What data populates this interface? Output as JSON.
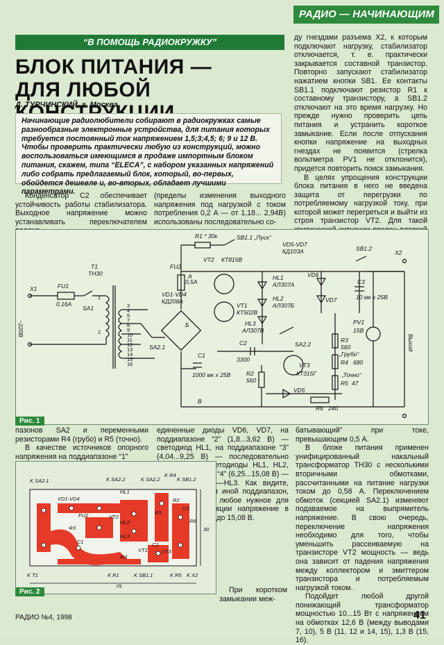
{
  "header": {
    "section": "РАДИО — НАЧИНАЮЩИМ",
    "rubric": "“В ПОМОЩЬ РАДИОКРУЖКУ”",
    "title_line1": "БЛОК ПИТАНИЯ —",
    "title_line2": "ДЛЯ ЛЮБОЙ КОНСТРУКЦИИ",
    "author": "Д. ТУРЧИНСКИЙ, г. Москва"
  },
  "lead": "Начинающие радиолюбители собирают в радиокружках самые разнообразные электронные устройства, для питания которых требуется постоянный ток напряжением 1,5;3;4,5; 6; 9 и 12 В. Чтобы проверить практически любую из конструкций, можно воспользоваться имеющимся в продаже импортным блоком питания, скажем, типа “ELECA”, с набором указанных напряжений либо собрать предлагаемый блок, который, во-первых, обойдется дешевле и, во-вторых, обладает лучшими параметрами.",
  "text": {
    "col1_top": "Конденсатор С2 обеспечивает устойчивость работы стабилизатора. Выходное напряжение можно устанавливать переключателем поддиа-",
    "col2_top": "(пределы изменения выходного напряжения под нагрузкой с током потребления 0,2 А — от 1,18... 2,94В) использованы последовательно со-",
    "col3_p1": "ду гнездами разъема Х2, к которым подключают нагрузку, стабилизатор отключается, т. е. практически закрывается составной транзистор. Повторно запускают стабилизатор нажатием кнопки SB1. Ее контакты SB1.1 подключают резистор R1 к составному транзистору, а SB1.2 отключают на это время нагрузку. Но прежде нужно проверить цепь питания и устранить короткое замыкание. Если после отпускания кнопки напряжение на выходных гнездах не появится (стрелка вольтметра PV1 не отклонится), придется повторить поиск замыкания.",
    "col3_p2": "В целях упрощения конструкции блока питания в него не введена защита от перегрузки по потребляемому нагрузкой току, при которой может перегреться и выйти из строя транзистор VT2. Для такой критической ситуации введен плавкий предохранитель FU2, “сра-",
    "col1_bottom_p1": "пазонов SA2 и переменными резисторами R4 (грубо) и R5 (точно).",
    "col1_bottom_p2": "В качестве источников опорного напряжения на поддиапазоне “1”",
    "col2_bottom_p1": "единенные диоды VD6, VD7, на поддиапазоне “2” (1,8...3,62 В) — светодиод HL1, на поддиапазоне “3” (4,04...9,25 В) — последовательно соединенные светодиоды HL1, HL2, на поддиапазоне “4” (6,25...15,08 В) — светодиоды HL1—HL3. Как видите, выбирая тот или иной поддиапазон, можно получить любое нужное для питания конструкции напряжение в пределах от 1,18 до 15,08 В.",
    "col2_bottom_p2": "При коротком замыкании меж-",
    "col3_bottom_p1": "батывающий” при токе, превышающем 0,5 А.",
    "col3_bottom_p2": "В блоке питания применен унифицированный накальный трансформатор ТН30 с несколькими вторичными обмотками, рассчитанными на питание нагрузки током до 0,58 А. Переключением обмоток (секцией SA2.1) изменяют подаваемое на выпрямитель напряжение. В свою очередь, переключение напряжения необходимо для того, чтобы уменьшить рассеиваемую на транзисторе VT2 мощность — ведь она зависит от падения напряжения между коллектором и эмиттером транзистора и потребляемым нагрузкой током.",
    "col3_bottom_p3": "Подойдет любой другой понижающий трансформатор мощностью 10...15 Вт с напряжением на обмотках 12,6 В (между выводами 7, 10), 5 В (11, 12 и 14, 15), 1,3 В (15, 16)."
  },
  "fig1": {
    "label": "Рис. 1",
    "comp": {
      "t1": "T1",
      "tn30": "TH30",
      "fu1": "FU1",
      "fu1v": "0,16A",
      "x1": "X1",
      "v220": "~220В",
      "sa1": "SA1",
      "fu2": "FU2",
      "fu2v": "0,5A",
      "vd14": "VD1-VD4",
      "kd208": "КД208А",
      "sa21": "SA2.1",
      "r1": "R1 * 30к",
      "sb11": "SB1.1 „Пуск“",
      "vt2": "VT2",
      "kt815": "КТ815В",
      "vt1": "VT1",
      "kt502": "КТ502В",
      "vd57": "VD5-VD7",
      "kd103": "КД103А",
      "hl1": "HL1",
      "al307a": "АЛ307А",
      "hl2": "HL2",
      "al307b": "АЛ307Б",
      "hl3": "HL3",
      "al307v": "АЛ307В",
      "sb12": "SB1.2",
      "x2": "X2",
      "c3": "C3",
      "c3v": "10 мк x 25В",
      "vd6": "VD6",
      "vd7": "VD7",
      "pv1": "PV1",
      "pv1v": "15В",
      "sa22": "SA2.2",
      "r3": "R3",
      "r3v": "560",
      "r4": "R4",
      "r4v": "680",
      "grubo": "„Грубо“",
      "vt3": "VT3",
      "kt315": "КТ315Г",
      "tochno": "„Точно“",
      "r5": "R5",
      "r5v": "47",
      "c2": "C2",
      "c2v": "3300",
      "c1": "C1",
      "c1v": "1000 мк x 25В",
      "r2": "R2",
      "r2v": "560",
      "vd5": "VD5",
      "r6": "R6",
      "r6v": "240",
      "vykhod": "Выход",
      "pA": "А",
      "pB": "Б",
      "pV": "В",
      "w": [
        "1",
        "2",
        "3",
        "4",
        "5",
        "7",
        "8",
        "9",
        "10",
        "11",
        "12",
        "13",
        "14",
        "15",
        "16"
      ]
    }
  },
  "fig2": {
    "label": "Рис. 2",
    "labels": {
      "ksa21": "K SA2.1",
      "ksa22": "K SA2.2",
      "ksa22b": "K SA2.2",
      "kr4": "K R4",
      "ksb12": "K SB1.2",
      "hl1": "HL1",
      "hl2": "HL2",
      "hl3": "HL3",
      "vd1vd4": "VD1-VD4",
      "fu2": "FU2",
      "vt2": "VT2",
      "r2": "R2",
      "r3": "R3",
      "r6": "R6",
      "c3": "C3",
      "c2": "C2",
      "c1": "C1",
      "vt1": "VT1",
      "vt3": "VT3",
      "f3": "Ф3",
      "f3b": "Ф3",
      "kt1": "K T1",
      "kr1": "K R1",
      "ksb11": "K SB1.1",
      "kr5": "K R5",
      "kxt": "K X2",
      "dim75": "75",
      "dim30": "30"
    }
  },
  "footer": {
    "journal": "РАДИО №4, 1998",
    "page": "41"
  }
}
